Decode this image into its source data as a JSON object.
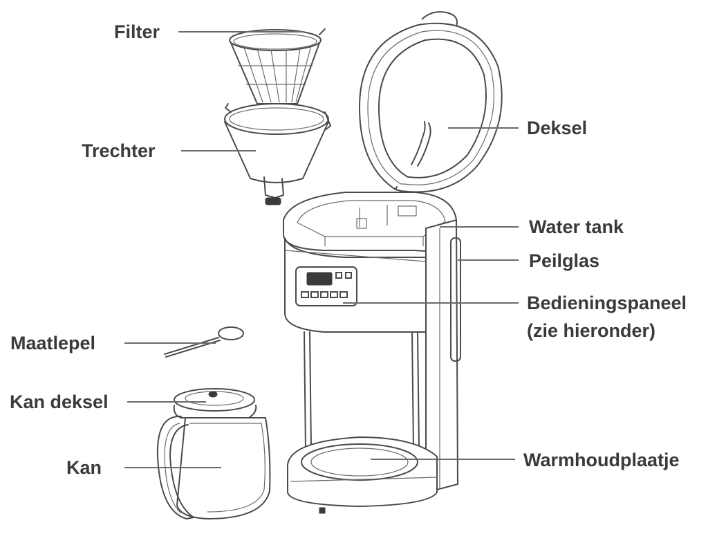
{
  "labels": {
    "filter": "Filter",
    "trechter": "Trechter",
    "deksel": "Deksel",
    "water_tank": "Water tank",
    "peilglas": "Peilglas",
    "bedieningspaneel_line1": "Bedieningspaneel",
    "bedieningspaneel_line2": "(zie hieronder)",
    "maatlepel": "Maatlepel",
    "kan_deksel": "Kan deksel",
    "kan": "Kan",
    "warmhoudplaatje": "Warmhoudplaatje"
  }
}
